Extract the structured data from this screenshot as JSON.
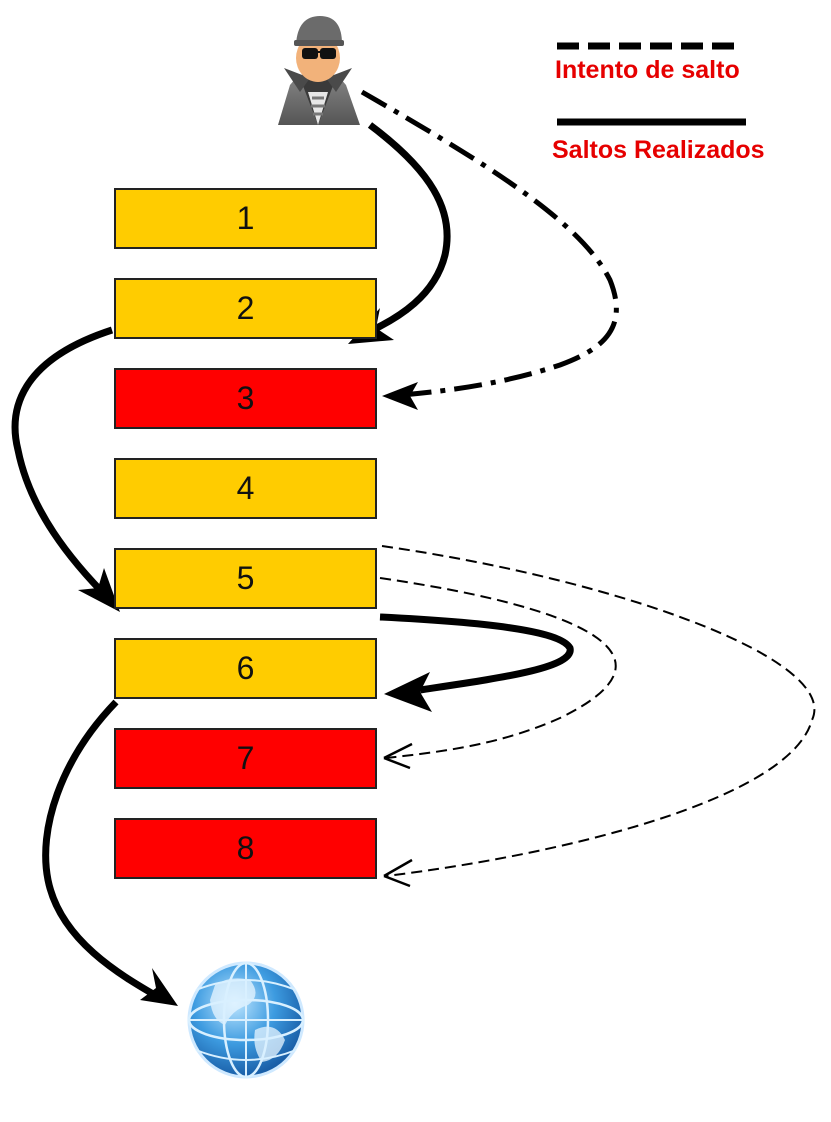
{
  "legend": {
    "attempt_label": "Intento de salto",
    "done_label": "Saltos Realizados"
  },
  "boxes": [
    {
      "label": "1",
      "status": "ok",
      "color": "#ffcc00"
    },
    {
      "label": "2",
      "status": "ok",
      "color": "#ffcc00"
    },
    {
      "label": "3",
      "status": "blocked",
      "color": "#ff0000"
    },
    {
      "label": "4",
      "status": "ok",
      "color": "#ffcc00"
    },
    {
      "label": "5",
      "status": "ok",
      "color": "#ffcc00"
    },
    {
      "label": "6",
      "status": "ok",
      "color": "#ffcc00"
    },
    {
      "label": "7",
      "status": "blocked",
      "color": "#ff0000"
    },
    {
      "label": "8",
      "status": "blocked",
      "color": "#ff0000"
    }
  ],
  "icons": {
    "attacker": "hacker-icon",
    "destination": "globe-icon"
  },
  "colors": {
    "ok_box": "#ffcc00",
    "blocked_box": "#ff0000",
    "legend_text": "#e60000",
    "arrow": "#000000"
  }
}
